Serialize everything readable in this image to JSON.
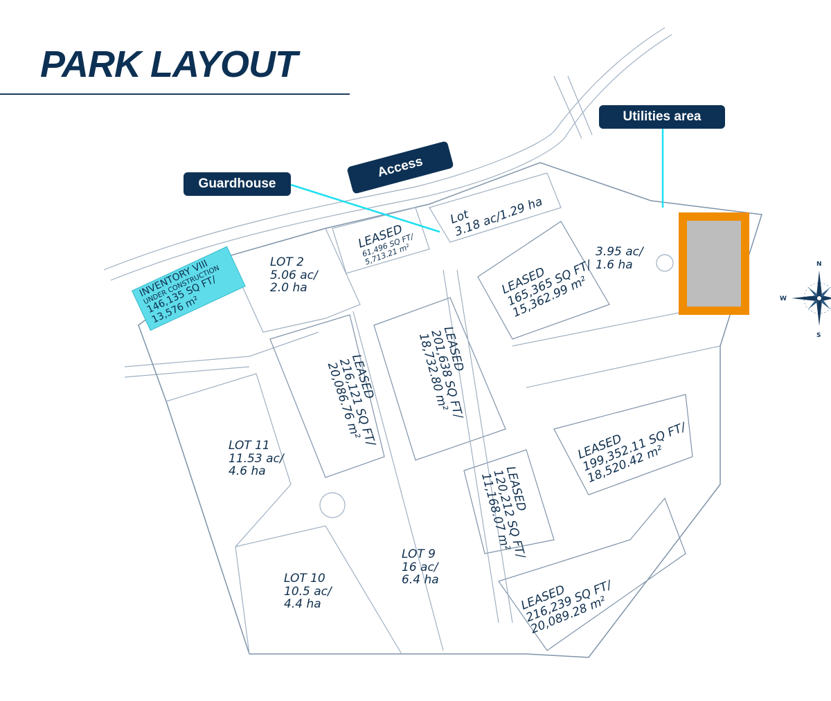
{
  "title": "PARK LAYOUT",
  "callouts": {
    "guardhouse": "Guardhouse",
    "access": "Access",
    "utilities": "Utilities area"
  },
  "parcels": {
    "inventory": {
      "name": "INVENTORY VIII",
      "status": "UNDER CONSTRUCTION",
      "sqft": "146,135 SQ FT/",
      "m2": "13,576 m²"
    },
    "lot2": {
      "name": "LOT 2",
      "ac": "5.06 ac/",
      "ha": "2.0 ha"
    },
    "leased_a": {
      "status": "LEASED",
      "sqft": "61,496 SQ FT/",
      "m2": "5,713.21 m²"
    },
    "lot_top": {
      "name": "Lot",
      "area": "3.18 ac/1.29 ha"
    },
    "lot_east": {
      "ac": "3.95 ac/",
      "ha": "1.6 ha"
    },
    "leased_b": {
      "status": "LEASED",
      "sqft": "165,365 SQ FT/",
      "m2": "15,362.99 m²"
    },
    "leased_c": {
      "status": "LEASED",
      "sqft": "216,121 SQ FT/",
      "m2": "20,086.76 m²"
    },
    "leased_d": {
      "status": "LEASED",
      "sqft": "201,638 SQ FT/",
      "m2": "18,732.80 m²"
    },
    "lot11": {
      "name": "LOT 11",
      "ac": "11.53 ac/",
      "ha": "4.6 ha"
    },
    "leased_e": {
      "status": "LEASED",
      "sqft": "199,352.11 SQ FT/",
      "m2": "18,520.42 m²"
    },
    "leased_f": {
      "status": "LEASED",
      "sqft": "120,212 SQ FT/",
      "m2": "11,168.07 m²"
    },
    "lot9": {
      "name": "LOT 9",
      "ac": "16 ac/",
      "ha": "6.4 ha"
    },
    "lot10": {
      "name": "LOT 10",
      "ac": "10.5 ac/",
      "ha": "4.4 ha"
    },
    "leased_g": {
      "status": "LEASED",
      "sqft": "216,239 SQ FT/",
      "m2": "20,089.28 m²"
    }
  },
  "compass": {
    "n": "N",
    "s": "S",
    "w": "W"
  },
  "colors": {
    "navy": "#0d3154",
    "cyan": "#1ee0f0",
    "orange": "#f08c00",
    "highlight": "#5fdcea"
  }
}
